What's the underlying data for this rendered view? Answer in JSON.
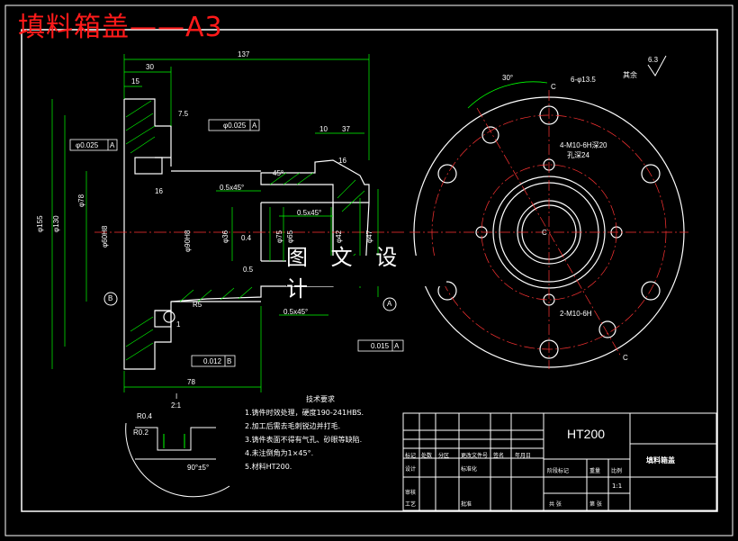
{
  "title": "填料箱盖——A3",
  "watermark": "图 文 设 计",
  "colors": {
    "bg": "#000000",
    "line": "#ffffff",
    "dim": "#00ff00",
    "center": "#ff3333",
    "accent": "#00c8ff",
    "title": "#ff1a1a"
  },
  "dims": {
    "d137": "137",
    "d30": "30",
    "d15": "15",
    "d75": "7.5",
    "d10": "10",
    "d37": "37",
    "d16a": "16",
    "d16b": "16",
    "d78": "78",
    "d45": "45°",
    "c1": "0.5x45°",
    "c2": "0.5x45°",
    "c3": "0.5x45°",
    "r5": "R5",
    "d05": "0.5",
    "d04": "0.4",
    "d1": "1",
    "phi155": "φ155",
    "phi130": "φ130",
    "phi78": "φ78",
    "phi60": "φ60H8",
    "phi90": "φ90H8",
    "phi36": "φ36",
    "phi75": "φ75",
    "phi65": "φ65",
    "phi47": "φ47",
    "phi42": "φ42",
    "tol1": "φ0.025",
    "tol1a": "A",
    "tol2": "φ0.025",
    "tol2a": "A",
    "tol3": "0.012",
    "tol3a": "B",
    "tol4": "0.015",
    "tol4a": "A",
    "datumA": "A",
    "datumB": "B",
    "rough": "6.3",
    "rough_label": "其余"
  },
  "right_view": {
    "angle": "30°",
    "holes1": "6-φ13.5",
    "holes2": "4-M10-6H深20",
    "holes2b": "孔深24",
    "holes3": "2-M10-6H",
    "c1": "C",
    "c2": "C",
    "c3": "C"
  },
  "detail": {
    "label": "I",
    "scale": "2:1",
    "r04": "R0.4",
    "r02": "R0.2",
    "angle": "90°±5°"
  },
  "notes": {
    "heading": "技术要求",
    "items": [
      "1.铸件时效处理，硬度190-241HBS.",
      "2.加工后需去毛刺锐边并打毛.",
      "3.铸件表面不得有气孔、砂眼等缺陷.",
      "4.未注倒角为1×45°.",
      "5.材料HT200."
    ]
  },
  "title_block": {
    "material": "HT200",
    "part_name": "填料箱盖",
    "cells": [
      "标记",
      "处数",
      "分区",
      "更改文件号",
      "签名",
      "年月日",
      "设计",
      "标准化",
      "阶段标记",
      "重量",
      "比例",
      "审核",
      "工艺",
      "批准",
      "共 张",
      "第 张",
      "1:1"
    ]
  }
}
